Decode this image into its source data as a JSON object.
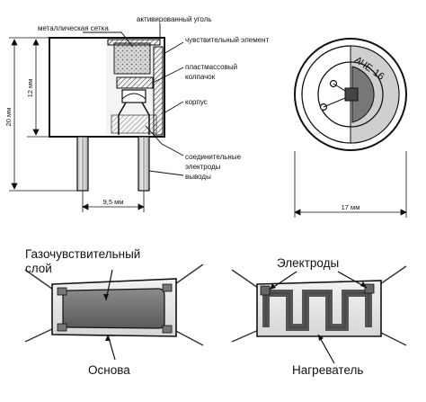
{
  "sensor_diagram": {
    "labels": {
      "metal_mesh": "металлическая сетка",
      "activated_carbon": "активированный уголь",
      "sensing_element": "чувствительный элемент",
      "plastic_cap_line1": "пластмассовый",
      "plastic_cap_line2": "колпачок",
      "housing": "корпус",
      "connecting_line1": "соединительные",
      "connecting_line2": "электроды",
      "leads": "выводы"
    },
    "dimensions": {
      "total_height": "20 мм",
      "body_height": "12 мм",
      "lead_spacing": "9,5 мм",
      "diameter": "17 мм"
    },
    "top_view_marking": "АЧЕ-16"
  },
  "chip_diagrams": {
    "left": {
      "layer_line1": "Газочувствительный",
      "layer_line2": "слой",
      "base": "Основа"
    },
    "right": {
      "electrodes": "Электроды",
      "heater": "Нагреватель"
    }
  }
}
